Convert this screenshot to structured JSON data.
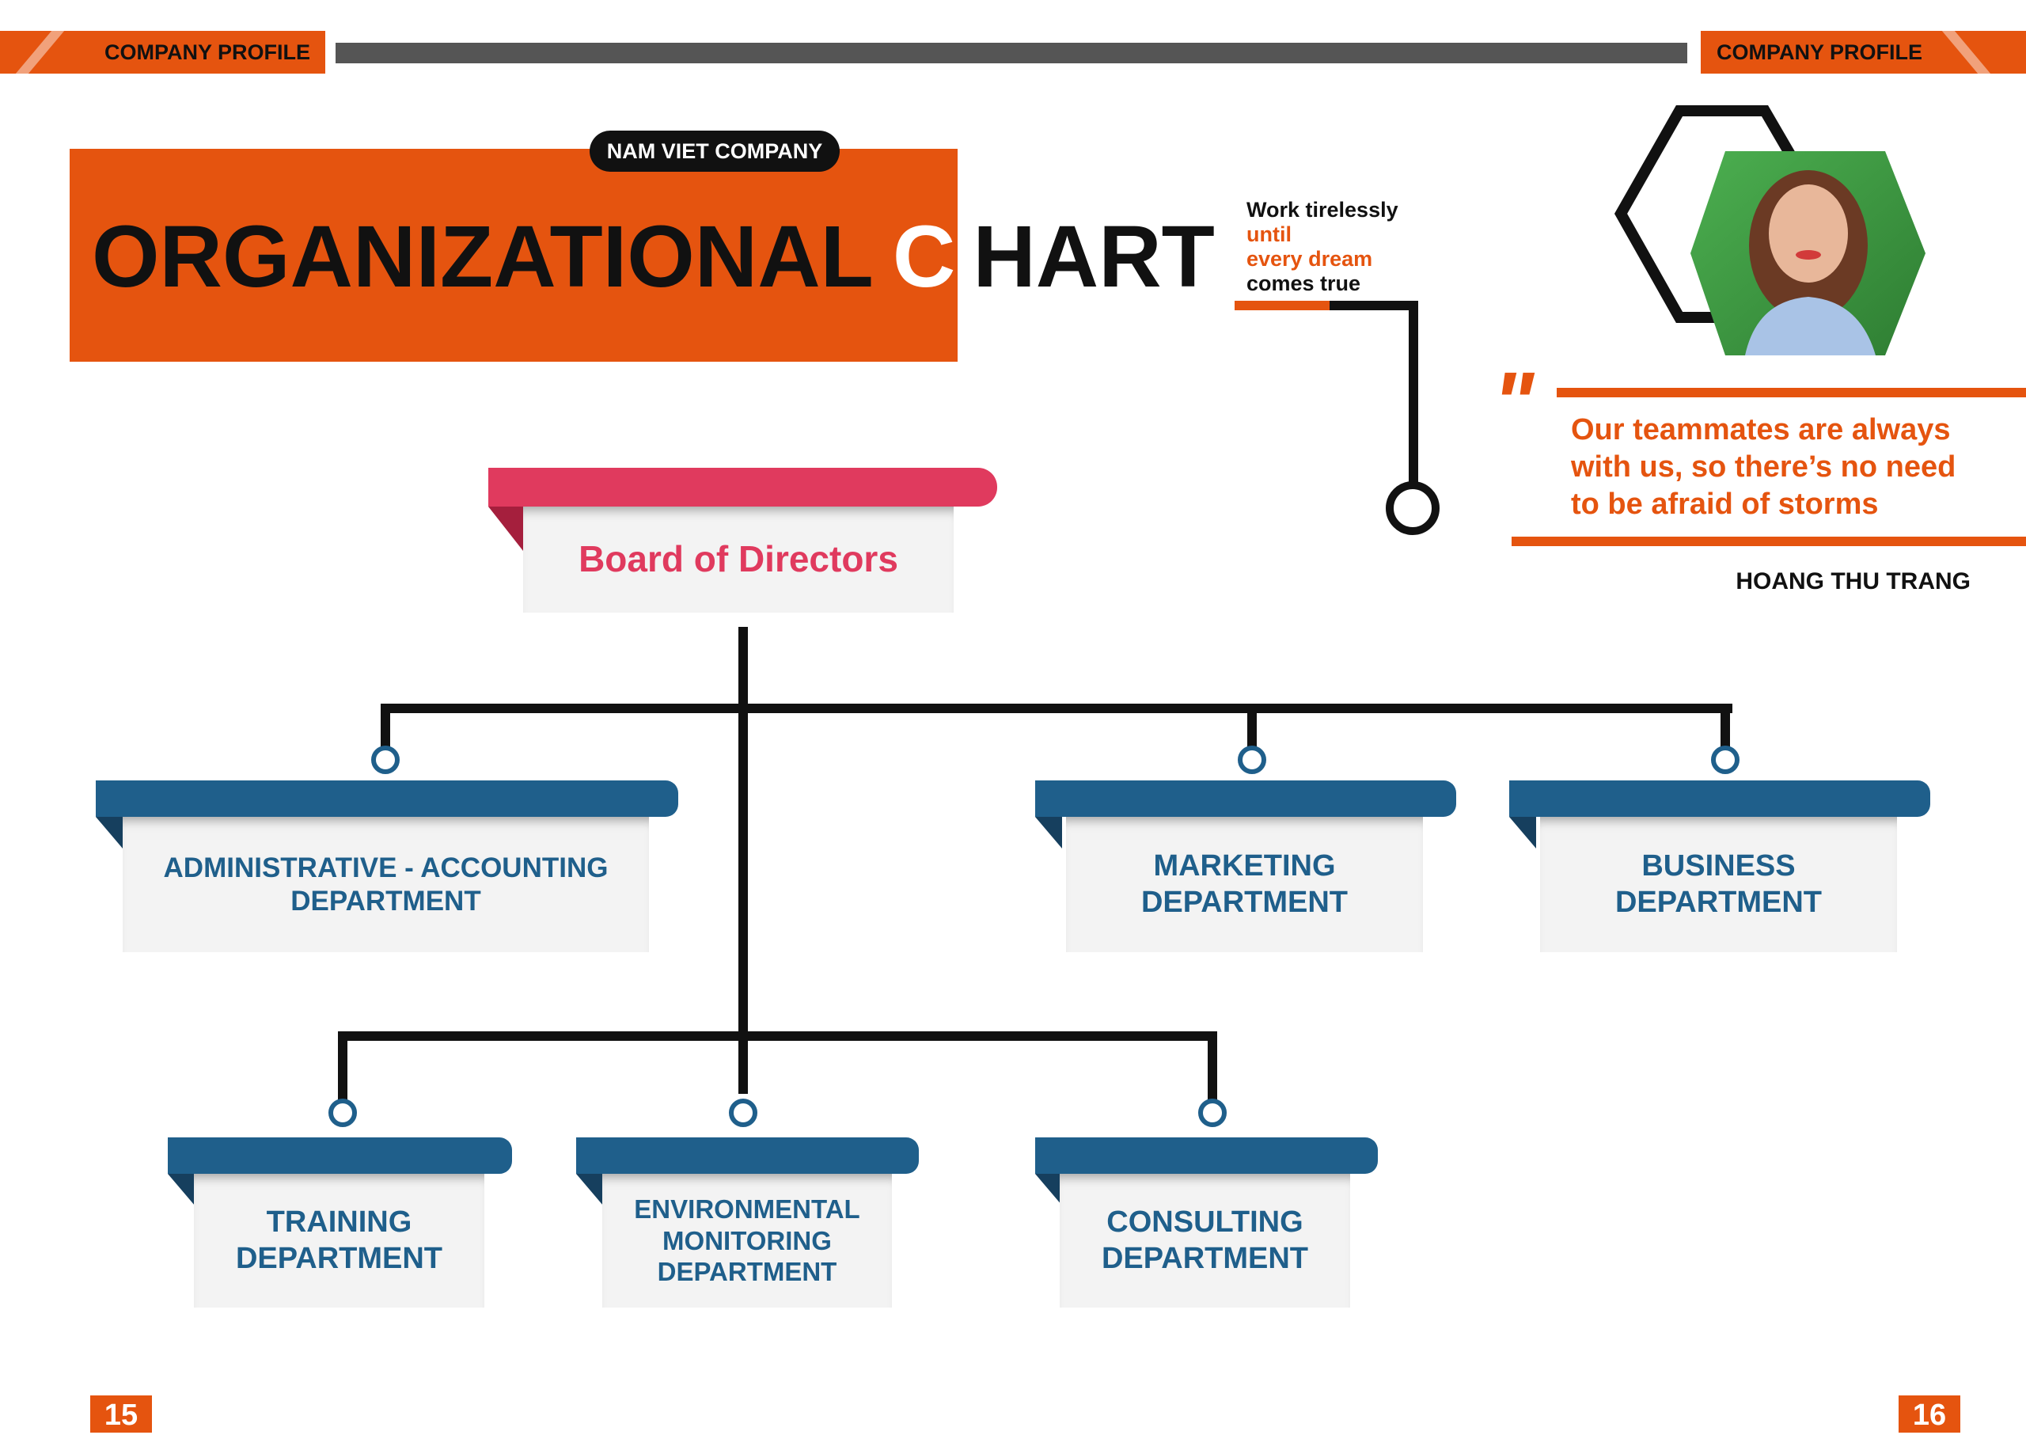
{
  "header": {
    "left_label": "COMPANY PROFILE",
    "right_label": "COMPANY PROFILE"
  },
  "title": {
    "company_badge": "NAM VIET COMPANY",
    "part1": "ORGANIZATIONAL",
    "letter_c": "C",
    "part2": "HART"
  },
  "tagline": {
    "line1": "Work tirelessly",
    "line2": "until",
    "line3": "every dream",
    "line4": "comes true"
  },
  "quote": {
    "line1": "Our teammates are always",
    "line2": "with us, so there’s no need",
    "line3": "to be afraid of storms",
    "author": "HOANG THU TRANG"
  },
  "chart": {
    "root": "Board of Directors",
    "row1": [
      {
        "line1": "ADMINISTRATIVE - ACCOUNTING",
        "line2": "DEPARTMENT"
      },
      {
        "line1": "MARKETING",
        "line2": "DEPARTMENT"
      },
      {
        "line1": "BUSINESS",
        "line2": "DEPARTMENT"
      }
    ],
    "row2": [
      {
        "line1": "TRAINING",
        "line2": "DEPARTMENT"
      },
      {
        "line1": "ENVIRONMENTAL",
        "line2": "MONITORING",
        "line3": "DEPARTMENT"
      },
      {
        "line1": "CONSULTING",
        "line2": "DEPARTMENT"
      }
    ]
  },
  "pages": {
    "left": "15",
    "right": "16"
  },
  "colors": {
    "orange": "#e5540f",
    "blue": "#1f5f8b",
    "red": "#e03a5e",
    "dark_gray": "#555555"
  }
}
